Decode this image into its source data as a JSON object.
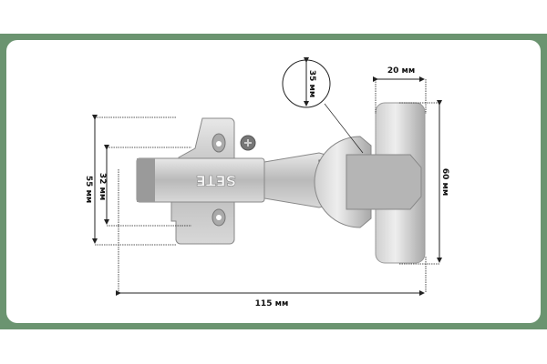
{
  "colors": {
    "frame": "#6b9470",
    "card": "#ffffff",
    "dimension": "#222222"
  },
  "product": {
    "brand_mark": "SETE"
  },
  "dimensions": {
    "plate_height": "55 мм",
    "hole_spacing": "32 мм",
    "total_length": "115 мм",
    "cup_plate_height": "60 мм",
    "cup_plate_width": "20 мм",
    "cup_diameter": "35 мм"
  }
}
